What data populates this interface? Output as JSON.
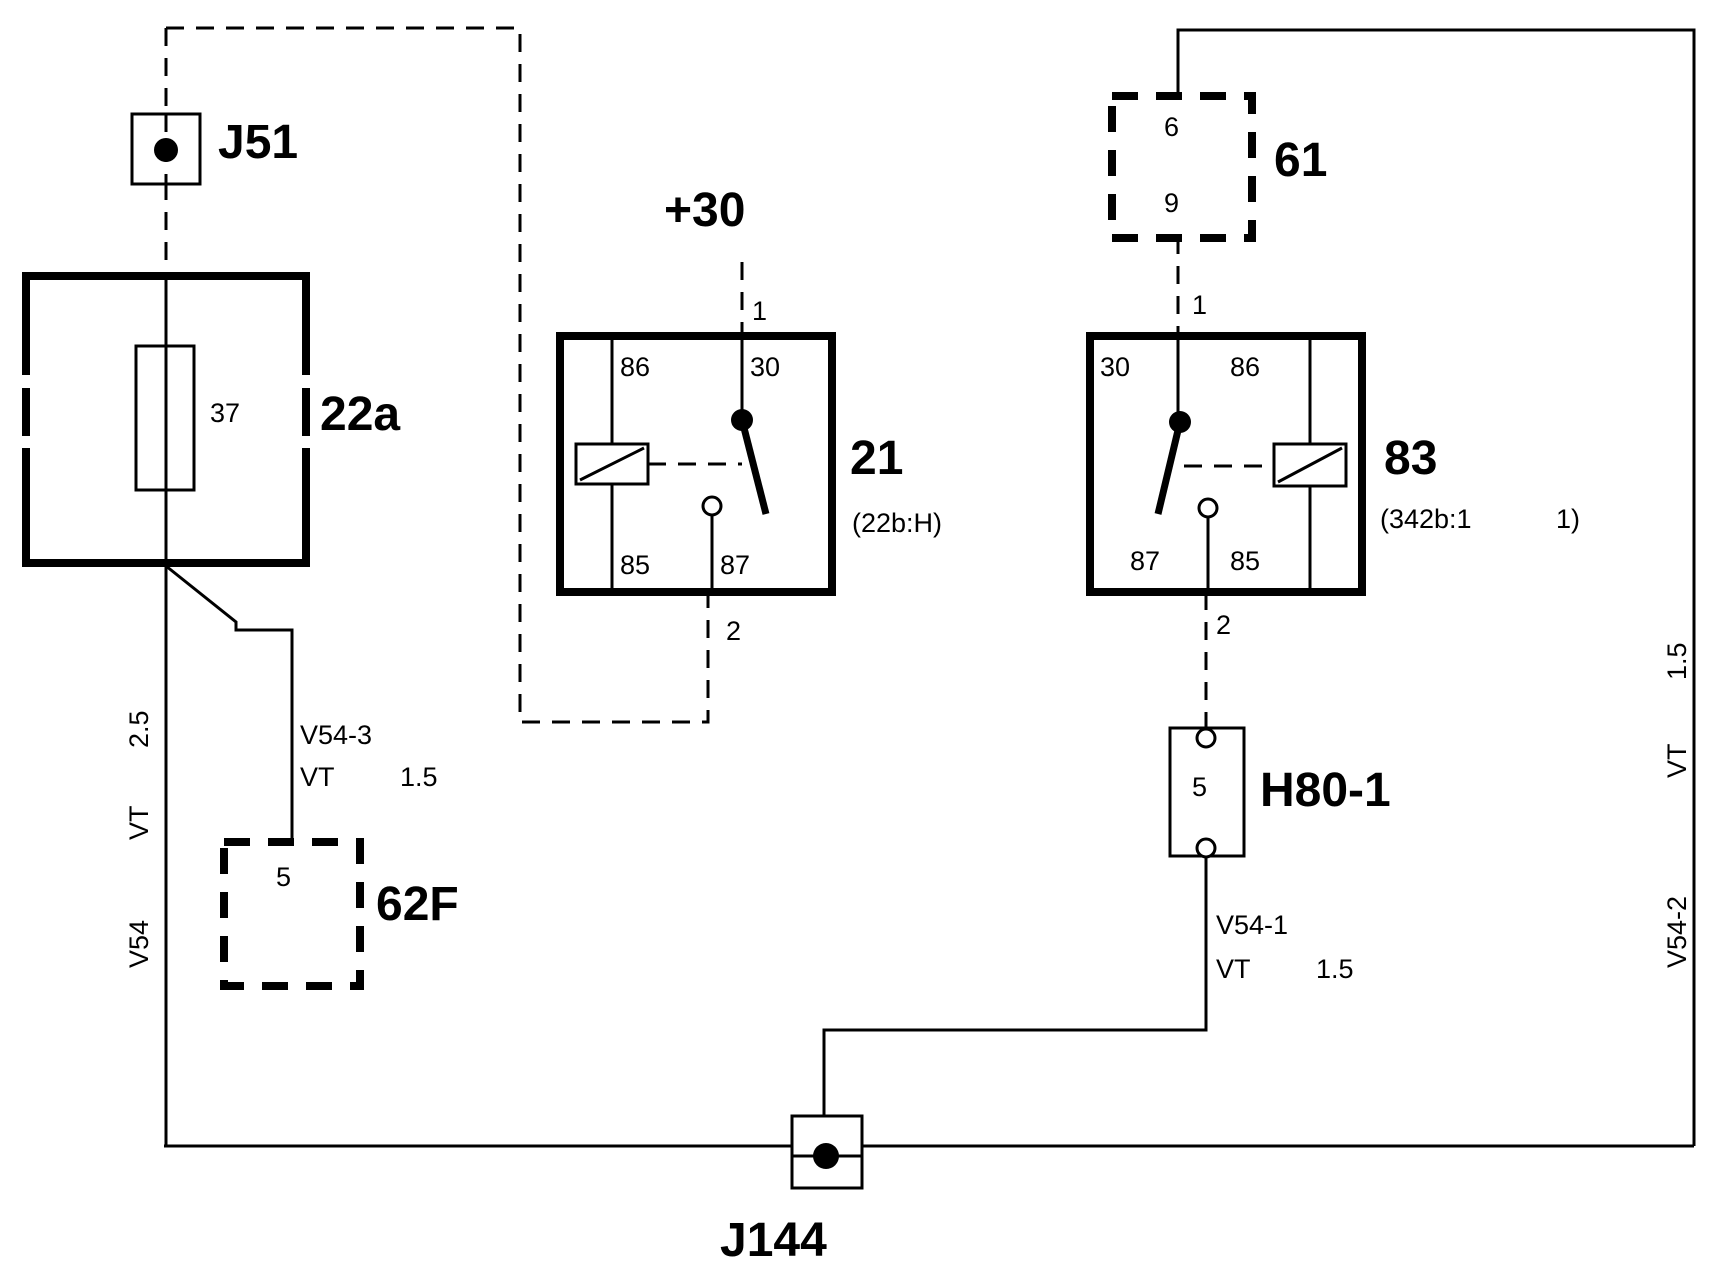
{
  "components": {
    "j51": {
      "label": "J51"
    },
    "fuse_box": {
      "label": "22a",
      "fuse_number": "37"
    },
    "relay_21": {
      "label": "21",
      "ref": "(22b:H)",
      "pins": {
        "p86": "86",
        "p30": "30",
        "p85": "85",
        "p87": "87"
      }
    },
    "relay_83": {
      "label": "83",
      "ref_left": "(342b:1",
      "ref_right": "1)",
      "pins": {
        "p30": "30",
        "p86": "86",
        "p87": "87",
        "p85": "85"
      }
    },
    "plus30": {
      "label": "+30"
    },
    "conn_61": {
      "label": "61",
      "pin_top": "6",
      "pin_bottom": "9"
    },
    "conn_62f": {
      "label": "62F",
      "pin": "5"
    },
    "h80": {
      "label": "H80-1",
      "pin": "5"
    },
    "j144": {
      "label": "J144"
    }
  },
  "wire_pins": {
    "r21_top": "1",
    "r21_bottom": "2",
    "r83_top": "1",
    "r83_bottom": "2"
  },
  "wires": {
    "v54": {
      "name": "V54",
      "color": "VT",
      "size": "2.5"
    },
    "v54_3": {
      "name": "V54-3",
      "color": "VT",
      "size": "1.5"
    },
    "v54_1": {
      "name": "V54-1",
      "color": "VT",
      "size": "1.5"
    },
    "v54_2": {
      "name": "V54-2",
      "color": "VT",
      "size": "1.5"
    }
  }
}
